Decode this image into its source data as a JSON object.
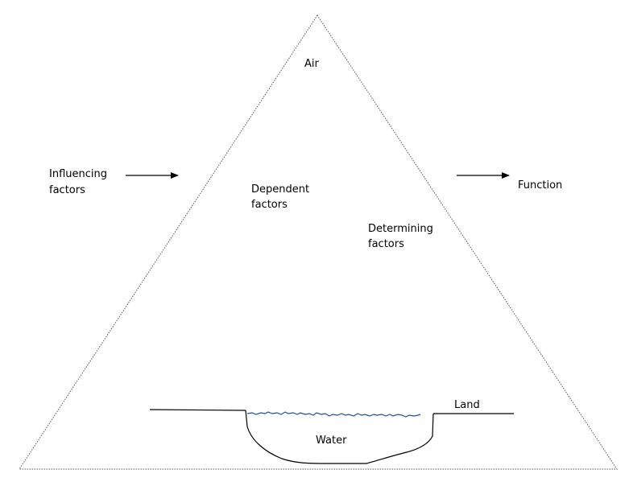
{
  "labels": {
    "air": "Air",
    "influencing_line1": "Influencing",
    "influencing_line2": "factors",
    "dependent_line1": "Dependent",
    "dependent_line2": "factors",
    "determining_line1": "Determining",
    "determining_line2": "factors",
    "function": "Function",
    "land": "Land",
    "water": "Water"
  },
  "colors": {
    "outline": "#000000",
    "triangle_outline": "#555555",
    "water_surface": "#1f4e9a"
  },
  "arrows": [
    "influencing-to-triangle",
    "triangle-to-function"
  ]
}
